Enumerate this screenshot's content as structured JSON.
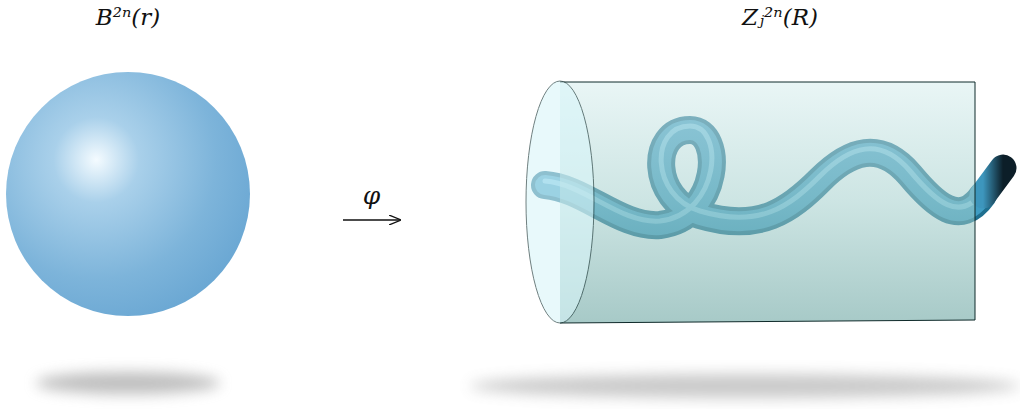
{
  "diagram": {
    "nodes": [
      {
        "text": [
          "B²ⁿ(r)"
        ]
      },
      {
        "text": [
          "Zⱼ²ⁿ(R)"
        ]
      }
    ],
    "edges": [
      {
        "from": 0,
        "to": 1,
        "arrow": "to",
        "label": "φ"
      }
    ]
  }
}
